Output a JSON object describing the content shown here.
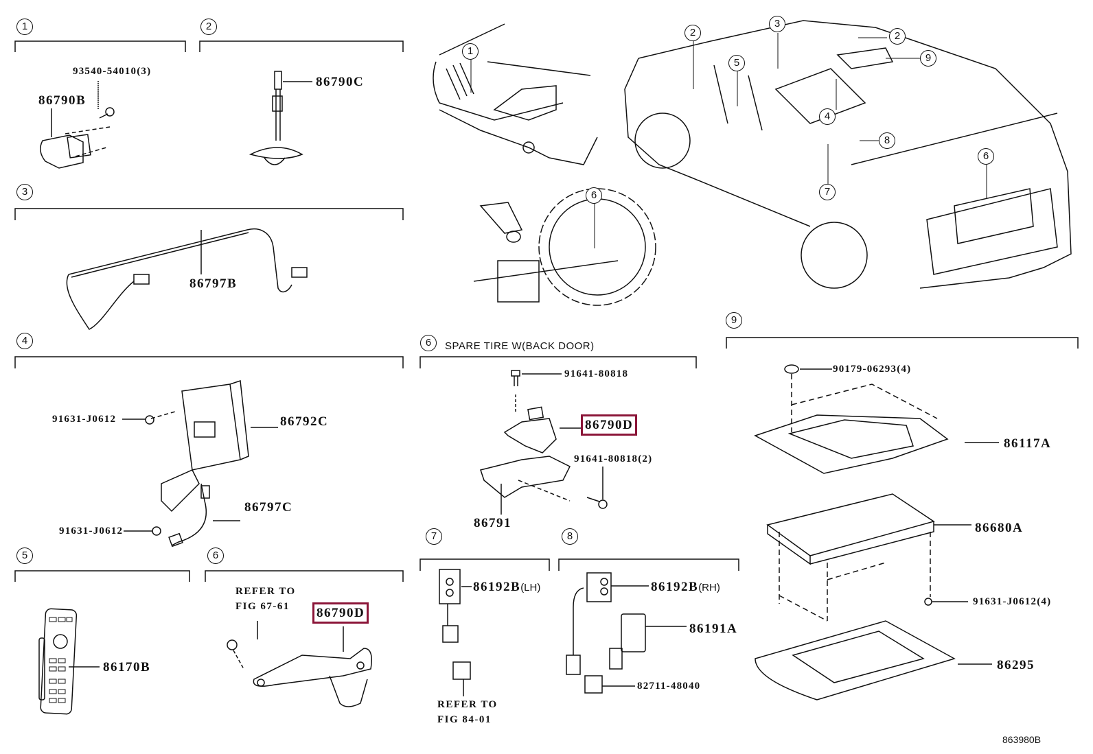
{
  "figure_id": "863980B",
  "highlight_color": "#8b1538",
  "groups": [
    {
      "num": "1",
      "parts": [
        "93540-54010(3)",
        "86790B"
      ]
    },
    {
      "num": "2",
      "parts": [
        "86790C"
      ]
    },
    {
      "num": "3",
      "parts": [
        "86797B"
      ]
    },
    {
      "num": "4",
      "parts": [
        "91631-J0612",
        "86792C",
        "86797C",
        "91631-J0612"
      ]
    },
    {
      "num": "5",
      "parts": [
        "86170B"
      ]
    },
    {
      "num": "6",
      "parts": [
        "86790D"
      ],
      "refer": [
        "REFER TO",
        "FIG 67-61"
      ]
    },
    {
      "num": "6",
      "title": "SPARE TIRE W(BACK DOOR)",
      "parts": [
        "91641-80818",
        "86790D",
        "91641-80818(2)",
        "86791"
      ]
    },
    {
      "num": "7",
      "parts": [
        "86192B"
      ],
      "suffix": "(LH)",
      "refer": [
        "REFER TO",
        "FIG 84-01"
      ]
    },
    {
      "num": "8",
      "parts": [
        "86192B",
        "86191A",
        "82711-48040"
      ],
      "suffix": "(RH)"
    },
    {
      "num": "9",
      "parts": [
        "90179-06293(4)",
        "86117A",
        "86680A",
        "91631-J0612(4)",
        "86295"
      ]
    }
  ],
  "vehicle_callouts": [
    "1",
    "6",
    "2",
    "3",
    "2",
    "9",
    "5",
    "4",
    "8",
    "7",
    "6"
  ]
}
